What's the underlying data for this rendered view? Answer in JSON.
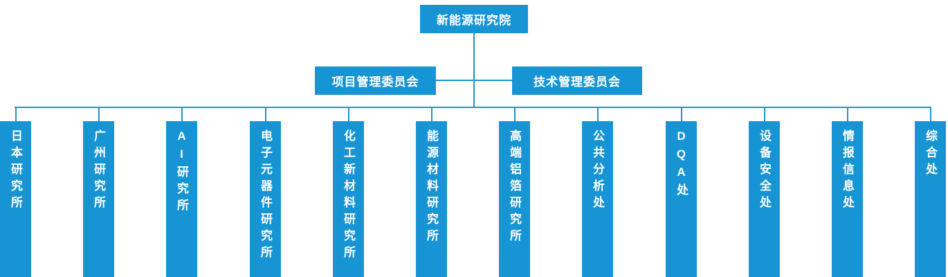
{
  "colors": {
    "primary": "#1794d3",
    "text": "#ffffff",
    "background": "#ffffff"
  },
  "chart_title": "",
  "root": {
    "label": "新能源研究院"
  },
  "committees": [
    {
      "label": "项目管理委员会"
    },
    {
      "label": "技术管理委员会"
    }
  ],
  "departments": [
    {
      "label": "日本研究所"
    },
    {
      "label": "广州研究所"
    },
    {
      "label": "AI研究所"
    },
    {
      "label": "电子元器件研究所"
    },
    {
      "label": "化工新材料研究所"
    },
    {
      "label": "能源材料研究所"
    },
    {
      "label": "高端铝箔研究所"
    },
    {
      "label": "公共分析处"
    },
    {
      "label": "DQA处"
    },
    {
      "label": "设备安全处"
    },
    {
      "label": "情报信息处"
    },
    {
      "label": "综合处"
    }
  ]
}
